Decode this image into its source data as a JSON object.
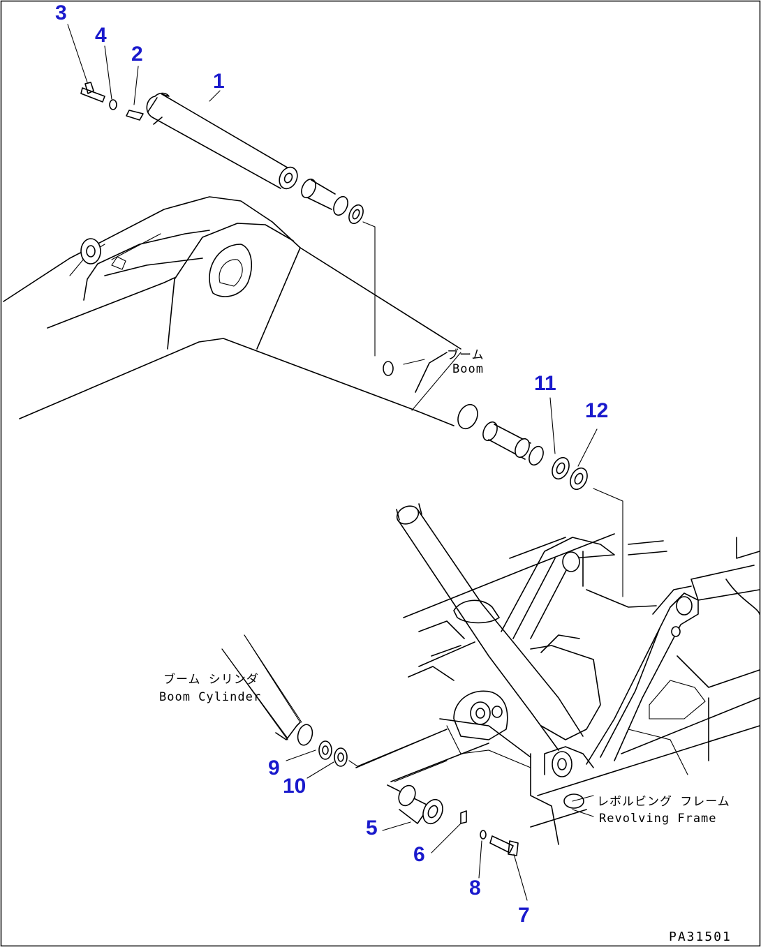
{
  "callouts": {
    "c1": "1",
    "c2": "2",
    "c3": "3",
    "c4": "4",
    "c5": "5",
    "c6": "6",
    "c7": "7",
    "c8": "8",
    "c9": "9",
    "c10": "10",
    "c11": "11",
    "c12": "12"
  },
  "labels": {
    "boom_jp": "ブーム",
    "boom_en": "Boom",
    "boom_cylinder_jp": "ブーム シリンダ",
    "boom_cylinder_en": "Boom Cylinder",
    "revolving_frame_jp": "レボルビング フレーム",
    "revolving_frame_en": "Revolving Frame"
  },
  "drawing_code": "PA31501",
  "colors": {
    "callout": "#1a1acc",
    "line": "#000000",
    "background": "#ffffff"
  }
}
